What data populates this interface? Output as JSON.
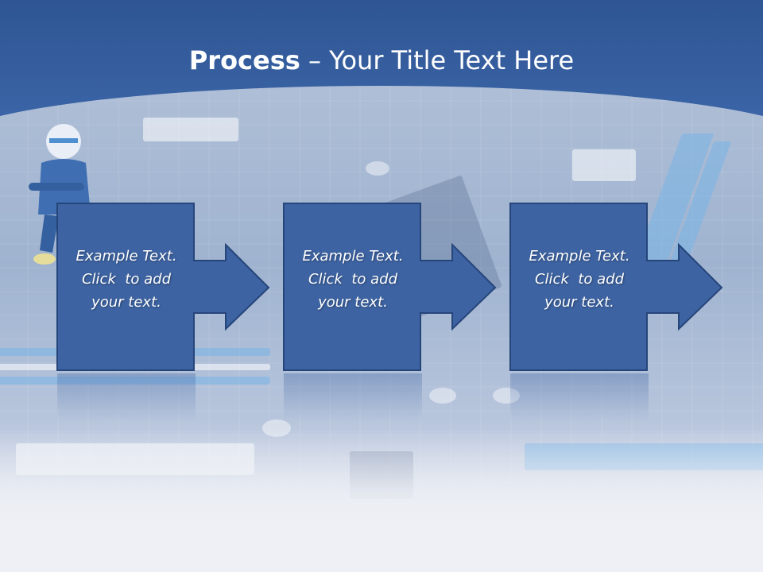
{
  "slide": {
    "title_bold": "Process",
    "title_rest": " – Your Title Text Here",
    "colors": {
      "header": "#2f5593",
      "box_fill": "#3d63a2",
      "box_border": "#26457a",
      "text": "#ffffff"
    }
  },
  "steps": [
    {
      "line1": "Example Text.",
      "line2": "Click  to add",
      "line3": "your text."
    },
    {
      "line1": "Example Text.",
      "line2": "Click  to add",
      "line3": "your text."
    },
    {
      "line1": "Example Text.",
      "line2": "Click  to add",
      "line3": "your text."
    }
  ],
  "icons": {
    "step_arrow": "right-arrow-icon",
    "background_figure": "worker-figure-icon"
  }
}
